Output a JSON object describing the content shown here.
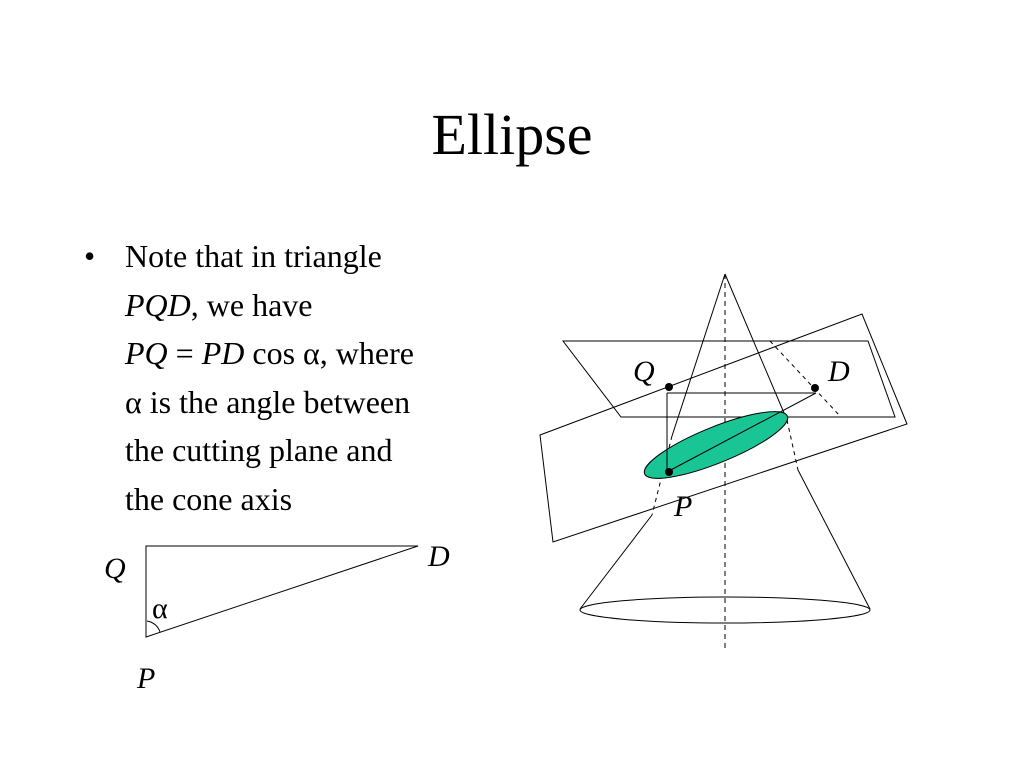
{
  "title": "Ellipse",
  "bullet": {
    "marker": "•",
    "line1": "Note that in triangle",
    "line2": {
      "pqd": "PQD",
      "rest": ", we have"
    },
    "line3": {
      "pq": "PQ",
      "eq": " = ",
      "pd": "PD",
      "cos": " cos ",
      "alpha": "α",
      "rest": ", where"
    },
    "line4": {
      "alpha": "α",
      "rest": " is the angle between"
    },
    "line5": "the cutting plane and",
    "line6": "the cone axis"
  },
  "triangle": {
    "label_q": "Q",
    "label_d": "D",
    "label_p": "P",
    "label_alpha": "α"
  },
  "cone": {
    "label_q": "Q",
    "label_d": "D",
    "label_p": "P",
    "ellipse_color": "#19c495"
  }
}
